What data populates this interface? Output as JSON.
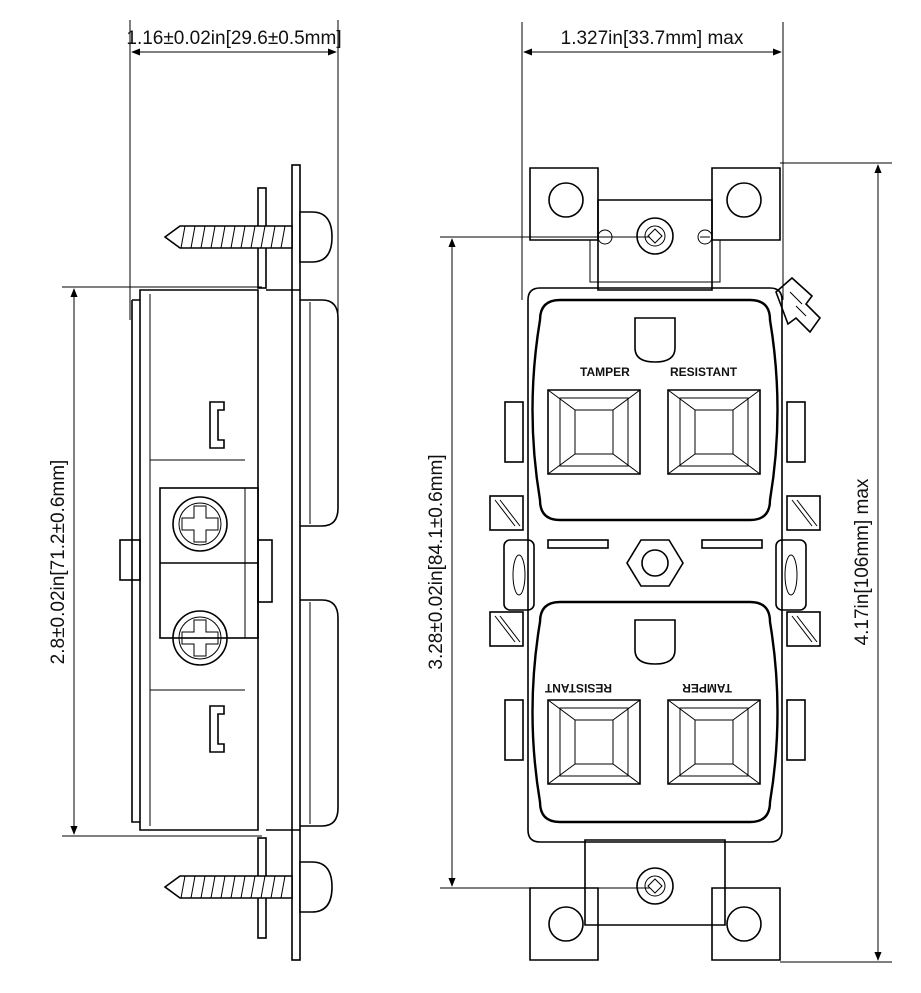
{
  "dimensions": {
    "side_width": "1.16±0.02in[29.6±0.5mm]",
    "front_width": "1.327in[33.7mm] max",
    "side_height": "2.8±0.02in[71.2±0.6mm]",
    "front_mount_height": "3.28±0.02in[84.1±0.6mm]",
    "front_total_height": "4.17in[106mm] max"
  },
  "receptacle_labels": {
    "upper_left": "TAMPER",
    "upper_right": "RESISTANT",
    "lower_left": "RESISTANT",
    "lower_right": "TAMPER"
  }
}
